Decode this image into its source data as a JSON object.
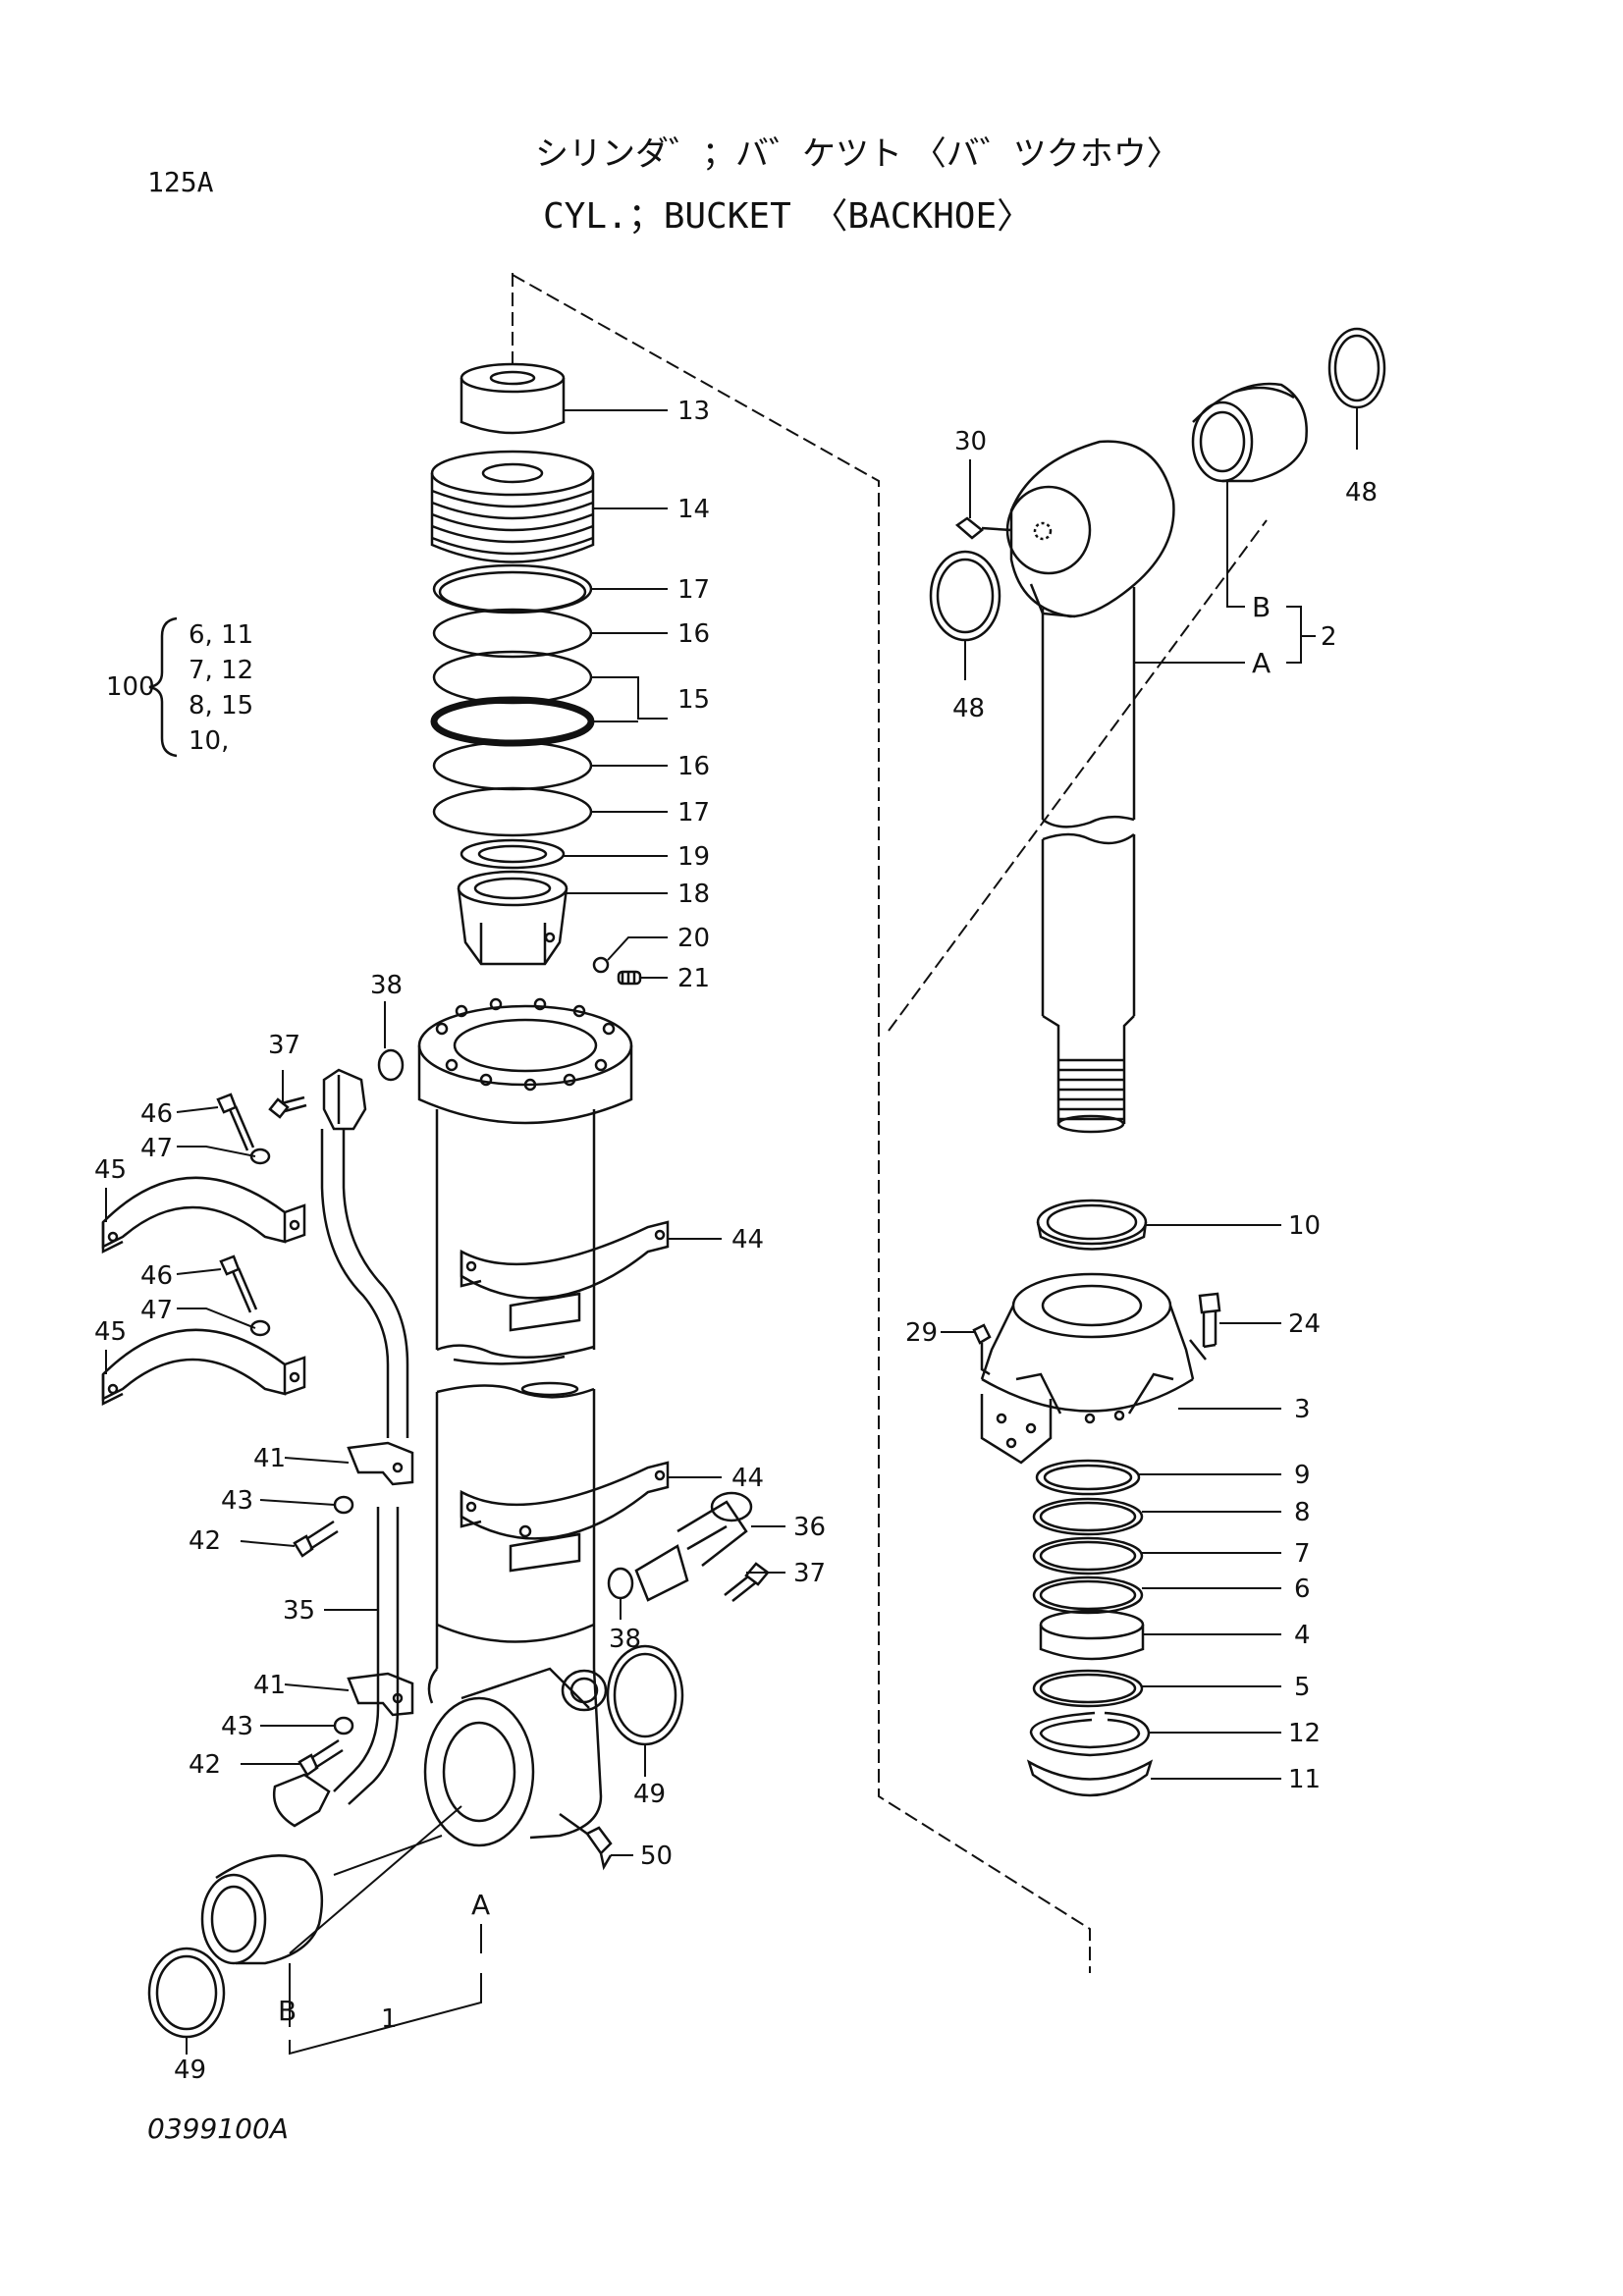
{
  "page_code": "125A",
  "title_jp": "シリンダ゛；バ゛ケツト 〈バ゛ツクホウ〉",
  "title_en": "CYL.；BUCKET 〈BACKHOE〉",
  "drawing_number": "0399100A",
  "kit": {
    "number": "100",
    "rows": [
      "6, 11",
      "7, 12",
      "8, 15",
      "10,"
    ]
  },
  "part_labels": {
    "p13": "13",
    "p14": "14",
    "p17a": "17",
    "p16a": "16",
    "p15": "15",
    "p16b": "16",
    "p17b": "17",
    "p19": "19",
    "p18": "18",
    "p20": "20",
    "p21": "21",
    "p38a": "38",
    "p37a": "37",
    "p46a": "46",
    "p47a": "47",
    "p45a": "45",
    "p44a": "44",
    "p46b": "46",
    "p47b": "47",
    "p45b": "45",
    "p44b": "44",
    "p41a": "41",
    "p43a": "43",
    "p42a": "42",
    "p36": "36",
    "p37b": "37",
    "p38b": "38",
    "p35": "35",
    "p41b": "41",
    "p43b": "43",
    "p42b": "42",
    "p49a": "49",
    "p50": "50",
    "p49b": "49",
    "pA1": "A",
    "pB1": "B",
    "p1": "1",
    "p30": "30",
    "p48a": "48",
    "p48b": "48",
    "pB2": "B",
    "pA2": "A",
    "p2": "2",
    "p10": "10",
    "p29": "29",
    "p24": "24",
    "p3": "3",
    "p9": "9",
    "p8": "8",
    "p7": "7",
    "p6": "6",
    "p4": "4",
    "p5": "5",
    "p12": "12",
    "p11": "11"
  }
}
